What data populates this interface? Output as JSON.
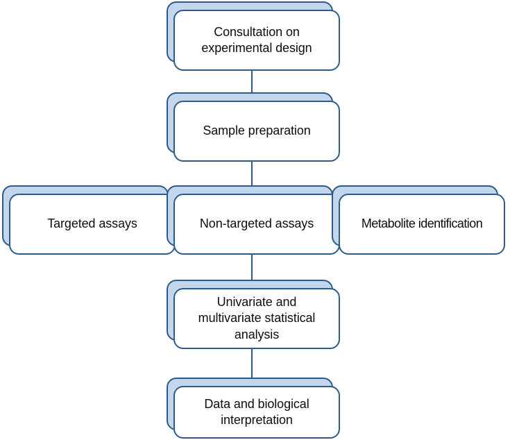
{
  "diagram": {
    "type": "flowchart",
    "title": "Metabolomics service workflow",
    "colors": {
      "box_fill": "#ffffff",
      "shadow_fill": "#c3d6ec",
      "border": "#2e5a8a",
      "connector": "#2e5a8a",
      "text": "#0d0d0d",
      "background": "#ffffff"
    },
    "nodes": [
      {
        "id": "consultation",
        "label": "Consultation on\nexperimental design",
        "row": 1
      },
      {
        "id": "sample-preparation",
        "label": "Sample preparation",
        "row": 2
      },
      {
        "id": "targeted-assays",
        "label": "Targeted assays",
        "row": 3
      },
      {
        "id": "non-targeted-assays",
        "label": "Non-targeted assays",
        "row": 3
      },
      {
        "id": "metabolite-identification",
        "label": "Metabolite identification",
        "row": 3
      },
      {
        "id": "statistical-analysis",
        "label": "Univariate and\nmultivariate statistical\nanalysis",
        "row": 4
      },
      {
        "id": "interpretation",
        "label": "Data and biological\ninterpretation",
        "row": 5
      }
    ],
    "connectors": [
      {
        "id": "c1",
        "from": "consultation",
        "to": "sample-preparation"
      },
      {
        "id": "c2",
        "from": "sample-preparation",
        "to": "non-targeted-assays"
      },
      {
        "id": "c3",
        "from": "non-targeted-assays",
        "to": "statistical-analysis"
      },
      {
        "id": "c4",
        "from": "statistical-analysis",
        "to": "interpretation"
      }
    ]
  }
}
